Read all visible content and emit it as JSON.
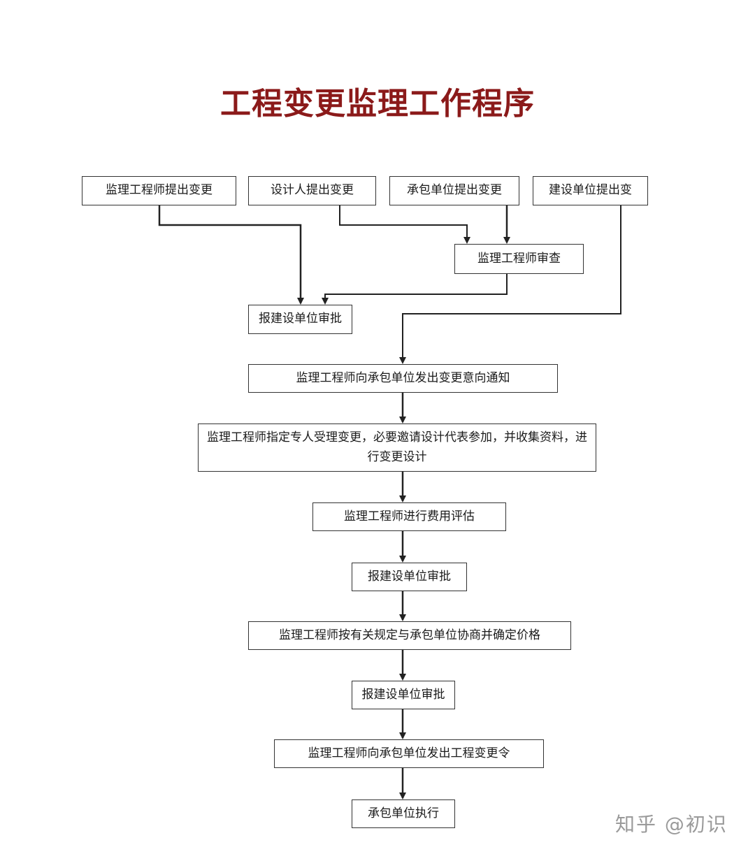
{
  "title": "工程变更监理工作程序",
  "colors": {
    "title": "#8b1a1a",
    "line": "#222222",
    "watermark": "#9a9a9a"
  },
  "nodes": {
    "supervisor_proposes": "监理工程师提出变更",
    "designer_proposes": "设计人提出变更",
    "contractor_proposes": "承包单位提出变更",
    "owner_proposes": "建设单位提出变",
    "supervisor_review": "监理工程师审查",
    "owner_approval_1": "报建设单位审批",
    "change_intent_notice": "监理工程师向承包单位发出变更意向通知",
    "designated_handling": "监理工程师指定专人受理变更，必要邀请设计代表参加，并收集资料，进行变更设计",
    "cost_estimate": "监理工程师进行费用评估",
    "owner_approval_2": "报建设单位审批",
    "price_negotiation": "监理工程师按有关规定与承包单位协商并确定价格",
    "owner_approval_3": "报建设单位审批",
    "change_order": "监理工程师向承包单位发出工程变更令",
    "contractor_executes": "承包单位执行"
  },
  "watermark": "知乎 @初识"
}
